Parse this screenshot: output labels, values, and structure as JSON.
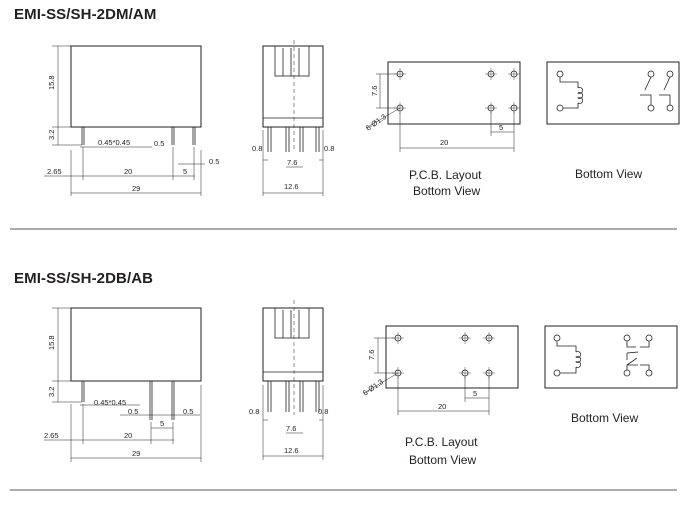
{
  "sections": [
    {
      "title": "EMI-SS/SH-2DM/AM",
      "side_dims": {
        "height": "15.8",
        "pin_len": "3.2",
        "pin_size": "0.45*0.45",
        "gap1": "0.5",
        "gap2": "0.5",
        "edge": "2.65",
        "pitch20": "20",
        "pitch5": "5",
        "length": "29"
      },
      "front_dims": {
        "left": "0.8",
        "right": "0.8",
        "pitch": "7.6",
        "width": "12.6"
      },
      "pcb_dims": {
        "v76": "7.6",
        "hole": "6-Ø1.3",
        "h20": "20",
        "h5": "5"
      },
      "pcb_caption": [
        "P.C.B.  Layout",
        "Bottom View"
      ],
      "bottom_caption": "Bottom  View"
    },
    {
      "title": "EMI-SS/SH-2DB/AB",
      "side_dims": {
        "height": "15.8",
        "pin_len": "3.2",
        "pin_size": "0.45*0.45",
        "gap1": "0.5",
        "gap2": "0.5",
        "edge": "2.65",
        "pitch20": "20",
        "pitch5": "5",
        "length": "29"
      },
      "front_dims": {
        "left": "0.8",
        "right": "0.8",
        "pitch": "7.6",
        "width": "12.6"
      },
      "pcb_dims": {
        "v76": "7.6",
        "hole": "6-Ø1.3",
        "h20": "20",
        "h5": "5"
      },
      "pcb_caption": [
        "P.C.B.  Layout",
        "Bottom View"
      ],
      "bottom_caption": "Bottom  View"
    }
  ]
}
